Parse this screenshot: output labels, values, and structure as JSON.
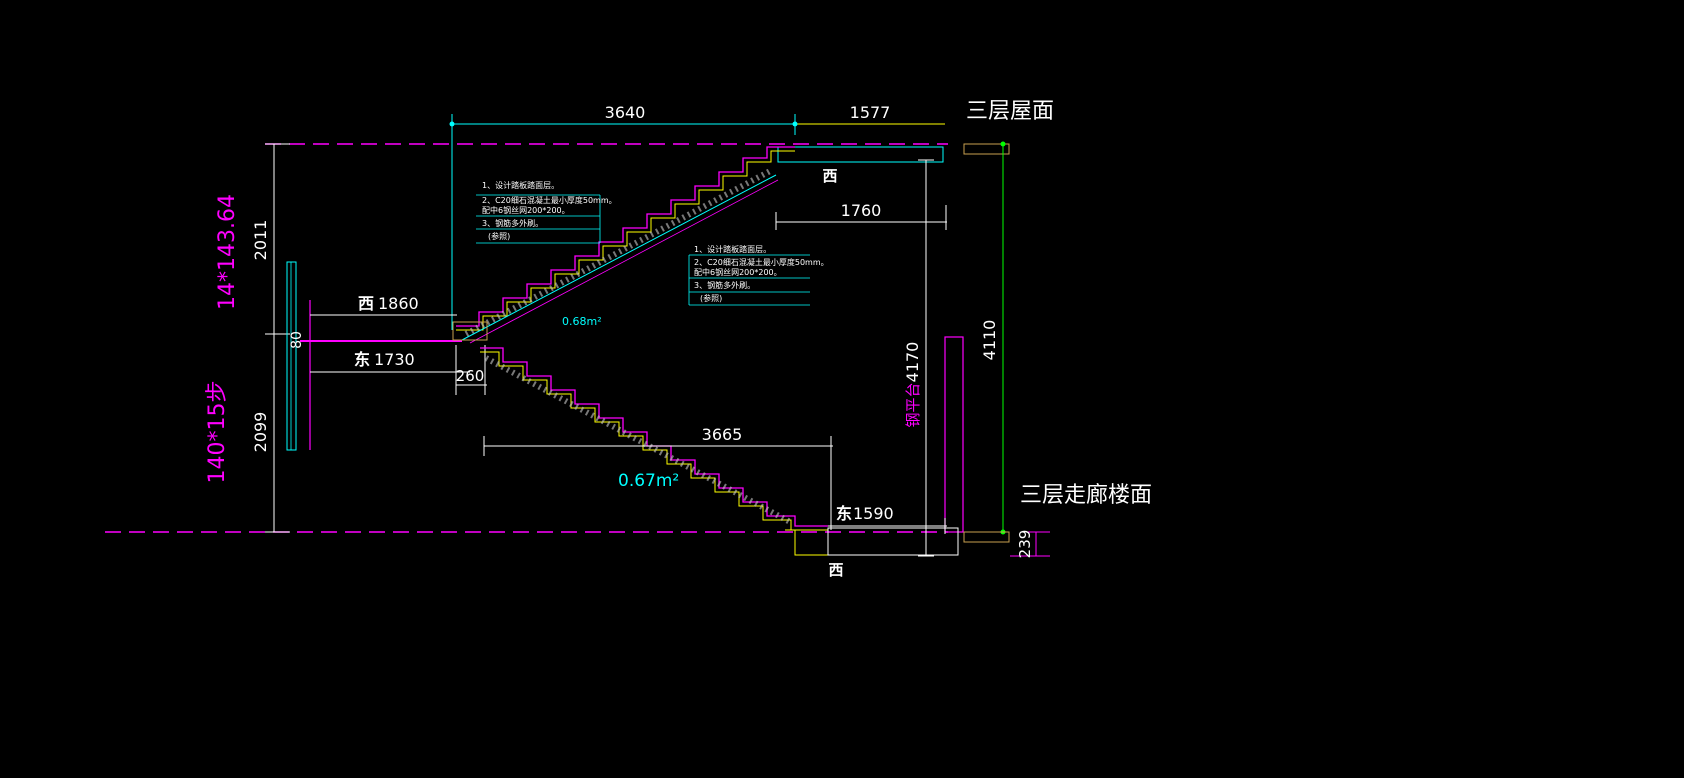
{
  "colors": {
    "background": "#000000",
    "dimension": "#ffffff",
    "cyan": "#00ffff",
    "magenta": "#ff00ff",
    "yellow": "#ffff00",
    "green": "#00ff00",
    "hatch": "#c8c8c8",
    "tan": "#c8a050"
  },
  "labels": {
    "roof_level": "三层屋面",
    "corridor_level": "三层走廊楼面",
    "top_width": "3640",
    "top_right_width": "1577",
    "west_top": "西",
    "dim_1760": "1760",
    "dim_2011": "2011",
    "dim_2099": "2099",
    "left_formula_top": "14*143.64",
    "left_formula_bottom": "140*15步",
    "west_1860_prefix": "西",
    "west_1860": "1860",
    "east_1730_prefix": "东",
    "east_1730": "1730",
    "dim_80": "80",
    "dim_260": "260",
    "area_upper": "0.68m²",
    "area_lower": "0.67m²",
    "dim_3665": "3665",
    "steel_platform": "钢平台",
    "dim_4170": "4170",
    "dim_4110": "4110",
    "east_1590_prefix": "东",
    "east_1590": "1590",
    "west_bottom": "西",
    "dim_239": "239"
  },
  "notes_upper": [
    "1、设计踏板踏面层。",
    "2、C20细石混凝土最小厚度50mm。",
    "配中6钢丝网200*200。",
    "3、钢筋多外刷。",
    "(参照)"
  ],
  "notes_lower": [
    "1、设计踏板踏面层。",
    "2、C20细石混凝土最小厚度50mm。",
    "配中6钢丝网200*200。",
    "3、钢筋多外刷。",
    "(参照)"
  ]
}
